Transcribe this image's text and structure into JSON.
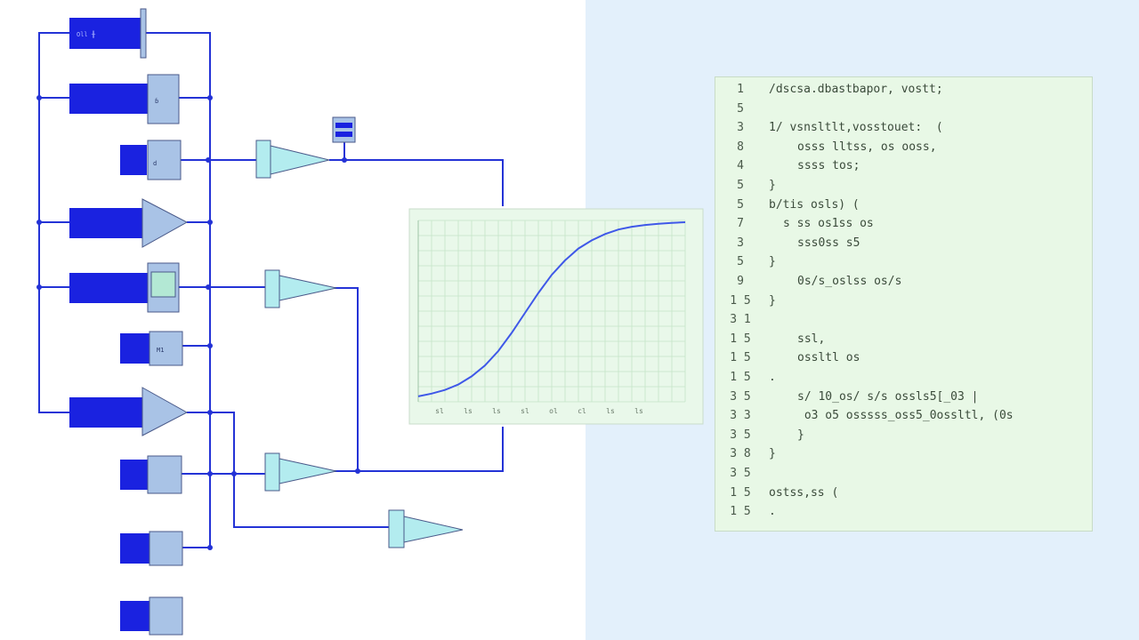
{
  "colors": {
    "wire": "#2433d6",
    "block": "#1a22e0",
    "shape_fill": "#a9c3e6",
    "amp_fill": "#b3ecef",
    "plot_bg": "#e9f8ea",
    "plot_curve": "#3f58e8",
    "code_bg": "#e8f8e6",
    "right_bg": "#e3f0fb"
  },
  "diagram": {
    "block_labels": [
      "Oll ╫",
      "",
      "",
      "",
      "",
      "",
      "",
      "",
      "",
      ""
    ],
    "small_labels": [
      "ɓ",
      "M1",
      "d",
      "ll"
    ]
  },
  "plot": {
    "x_tick_labels": [
      "sl",
      "ls",
      "ls",
      "sl",
      "ol",
      "cl",
      "ls",
      "ls"
    ],
    "chart_data": {
      "type": "line",
      "title": "",
      "xlabel": "",
      "ylabel": "",
      "series": [
        {
          "x": [
            0,
            5,
            10,
            15,
            20,
            25,
            30,
            35,
            40,
            45,
            50,
            55,
            60,
            65,
            70,
            75,
            80,
            85,
            90,
            95,
            100
          ],
          "y": [
            3,
            4.5,
            6.5,
            9.5,
            14,
            20,
            28,
            38,
            49,
            60,
            70,
            78,
            84.5,
            89,
            92.5,
            95,
            96.5,
            97.5,
            98.2,
            98.7,
            99
          ]
        }
      ],
      "xlim": [
        0,
        100
      ],
      "ylim": [
        0,
        100
      ],
      "grid": true
    }
  },
  "code": {
    "lines": [
      {
        "n": "1",
        "indent": 0,
        "text": "/dscsa.dbastbapor, vostt;"
      },
      {
        "n": "5",
        "indent": 0,
        "text": ""
      },
      {
        "n": "3",
        "indent": 0,
        "text": "1/ vsnsltlt,vosstouet:  ("
      },
      {
        "n": "8",
        "indent": 2,
        "text": "osss lltss, os ooss,"
      },
      {
        "n": "4",
        "indent": 2,
        "text": "ssss tos;"
      },
      {
        "n": "5",
        "indent": 0,
        "text": "}"
      },
      {
        "n": "5",
        "indent": 0,
        "text": "b/tis osls) ("
      },
      {
        "n": "7",
        "indent": 1,
        "text": "s ss os1ss os"
      },
      {
        "n": "3",
        "indent": 2,
        "text": "sss0ss s5"
      },
      {
        "n": "5",
        "indent": 0,
        "text": "}"
      },
      {
        "n": "9",
        "indent": 2,
        "text": "0s/s_oslss os/s"
      },
      {
        "n": "1 5",
        "indent": 0,
        "text": "}"
      },
      {
        "n": "3 1",
        "indent": 0,
        "text": ""
      },
      {
        "n": "1 5",
        "indent": 2,
        "text": "ssl,"
      },
      {
        "n": "1 5",
        "indent": 2,
        "text": "ossltl os"
      },
      {
        "n": "1 5",
        "indent": 0,
        "text": "."
      },
      {
        "n": "3 5",
        "indent": 2,
        "text": "s/ 10_os/ s/s ossls5[_03 |"
      },
      {
        "n": "3 3",
        "indent": 2,
        "text": " o3 o5 osssss_oss5_0ossltl, (0s"
      },
      {
        "n": "3 5",
        "indent": 2,
        "text": "}"
      },
      {
        "n": "3 8",
        "indent": 0,
        "text": "}"
      },
      {
        "n": "3 5",
        "indent": 0,
        "text": ""
      },
      {
        "n": "1 5",
        "indent": 0,
        "text": "ostss,ss ("
      },
      {
        "n": "1 5",
        "indent": 0,
        "text": "."
      }
    ]
  }
}
